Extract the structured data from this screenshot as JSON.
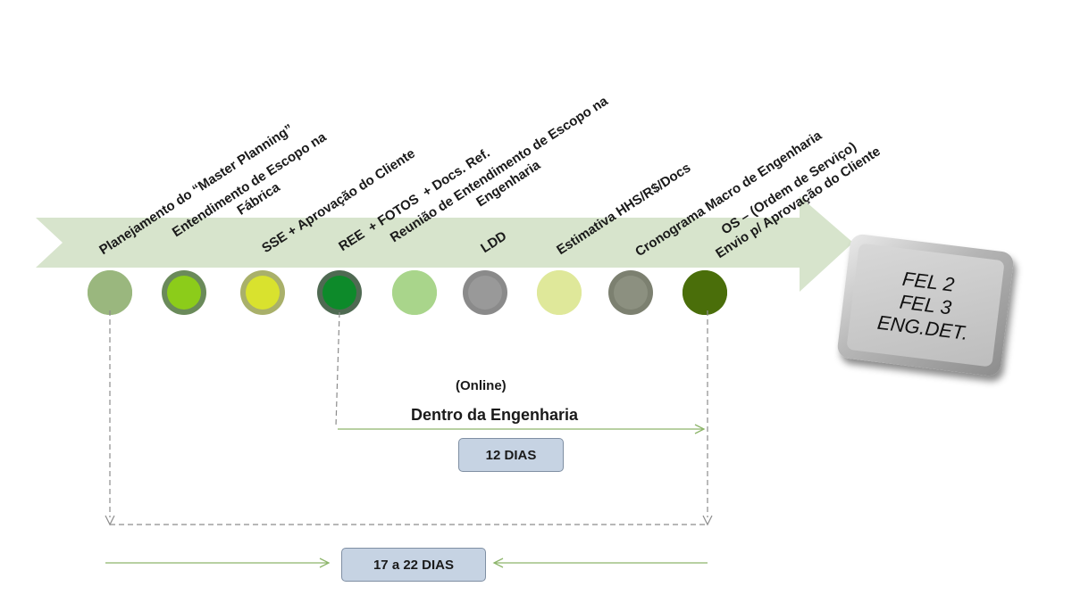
{
  "steps": [
    {
      "id": "planejamento",
      "label": "Planejamento do “Master Planning”",
      "color": "#9ab77e",
      "ring": "#9ab77e"
    },
    {
      "id": "entendimento",
      "label": "Entendimento de Escopo na\nFábrica",
      "color": "#8ccc1a",
      "ring": "#6a8a5a"
    },
    {
      "id": "sse",
      "label": "SSE + Aprovação do Cliente",
      "color": "#d9e22e",
      "ring": "#a9b06a"
    },
    {
      "id": "ree",
      "label": "REE  + FOTOS  + Docs. Ref.",
      "color": "#0d8a2a",
      "ring": "#4f6a52"
    },
    {
      "id": "reuniao",
      "label": "Reunião de Entendimento de Escopo na\nEngenharia",
      "color": "#a9d58b",
      "ring": "#a9d58b"
    },
    {
      "id": "ldd",
      "label": "LDD",
      "color": "#999999",
      "ring": "#8a8a8a"
    },
    {
      "id": "estimativa",
      "label": "Estimativa HHS/R$/Docs",
      "color": "#dfe89a",
      "ring": "#dfe89a"
    },
    {
      "id": "cronograma",
      "label": "Cronograma Macro de Engenharia",
      "color": "#8c9080",
      "ring": "#7c8070"
    },
    {
      "id": "os",
      "label": "OS – (Ordem de Serviço)\nEnvio p/ Aprovação do Cliente",
      "color": "#4a6e0a",
      "ring": "#4a6e0a"
    }
  ],
  "online_label": "(Online)",
  "dentro_label": "Dentro da Engenharia",
  "box_12": "12 DIAS",
  "box_17": "17 a 22 DIAS",
  "fel_box": {
    "line1": "FEL 2",
    "line2": "FEL 3",
    "line3": "ENG.DET."
  },
  "colors": {
    "arrow": "#d7e4cc",
    "line_green": "#8db56a",
    "line_dash": "#8c8c8c"
  }
}
